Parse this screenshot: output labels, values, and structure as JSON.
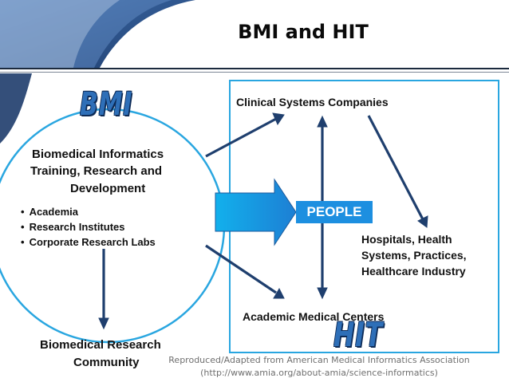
{
  "title": "BMI and HIT",
  "logos": {
    "bmi": "BMI",
    "hit": "HIT"
  },
  "circle": {
    "heading": [
      "Biomedical Informatics",
      "Training, Research and",
      "Development"
    ],
    "bullets": [
      "Academia",
      "Research Institutes",
      "Corporate Research Labs"
    ]
  },
  "labels": {
    "clinical_systems": "Clinical Systems Companies",
    "people": "PEOPLE",
    "hospitals": [
      "Hospitals, Health",
      "Systems, Practices,",
      "Healthcare Industry"
    ],
    "academic_medical_centers": "Academic Medical Centers",
    "biomedical_research": [
      "Biomedical Research",
      "Community"
    ]
  },
  "credit": [
    "Reproduced/Adapted from American Medical Informatics Association",
    "(http://www.amia.org/about-amia/science-informatics)"
  ],
  "colors": {
    "arrow": "#1f3f6e",
    "circle": "#29a6e0",
    "people_fill": "#1d8fe0",
    "accent": "#2e6fb8"
  }
}
